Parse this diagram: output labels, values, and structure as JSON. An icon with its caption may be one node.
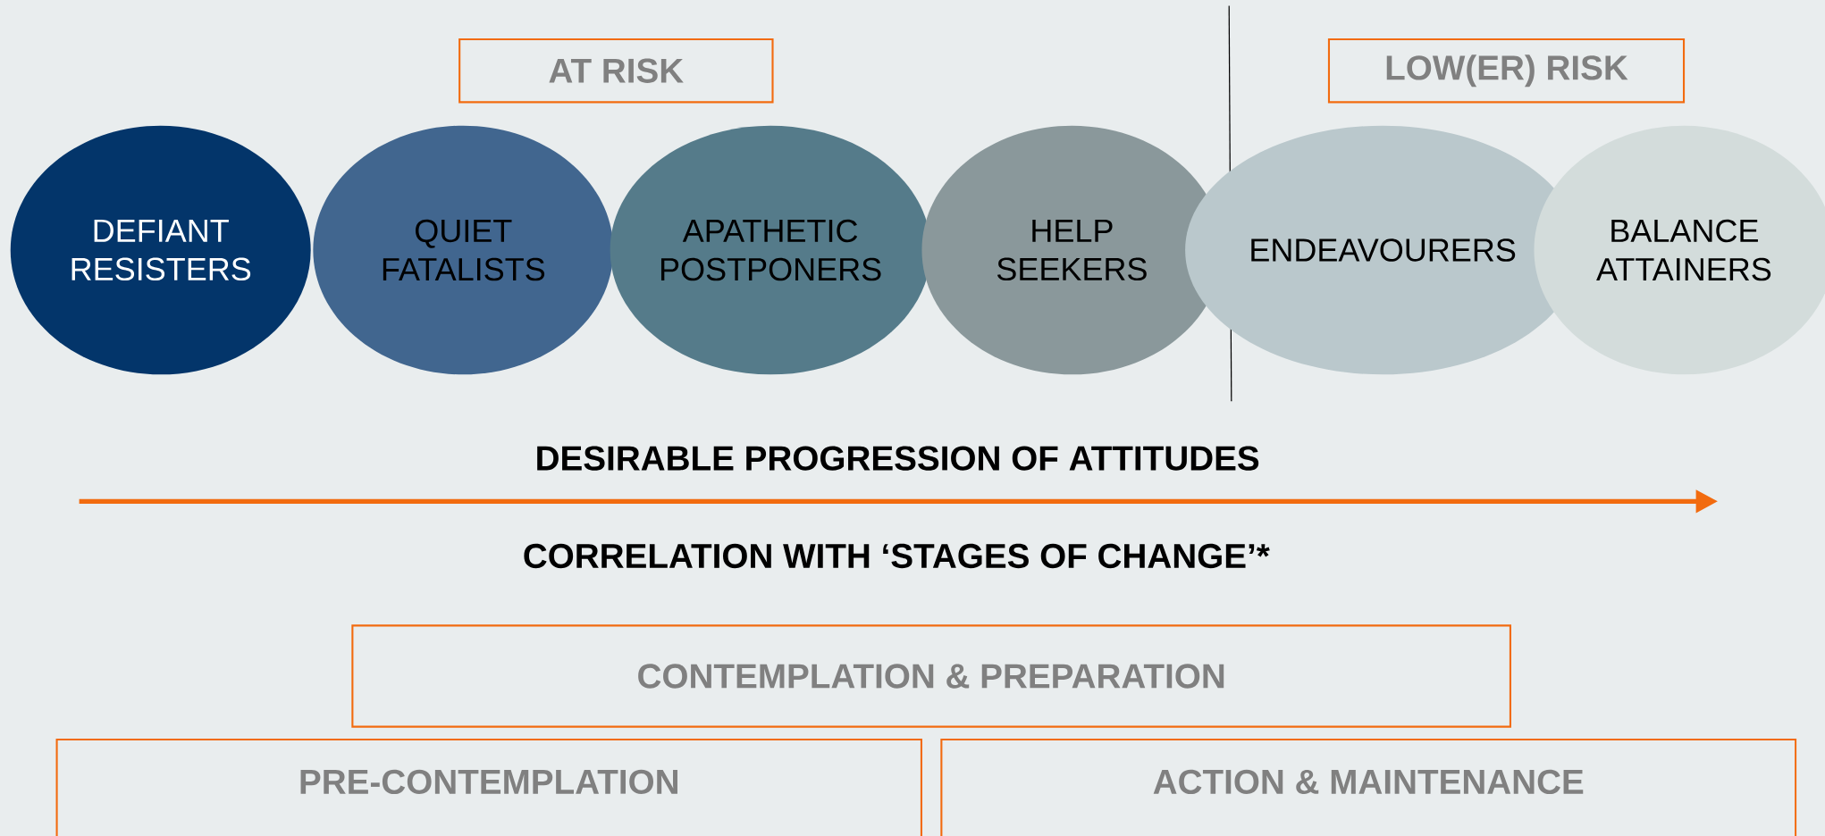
{
  "diagram": {
    "nodes": [
      {
        "text": [
          "AT RISK"
        ]
      },
      {
        "text": [
          "LOW(ER) RISK"
        ]
      },
      {
        "text": [
          "DEFIANT RESISTERS"
        ]
      },
      {
        "text": [
          "QUIET FATALISTS"
        ]
      },
      {
        "text": [
          "APATHETIC POSTPONERS"
        ]
      },
      {
        "text": [
          "HELP SEEKERS"
        ]
      },
      {
        "text": [
          "ENDEAVOURERS"
        ]
      },
      {
        "text": [
          "BALANCE ATTAINERS"
        ]
      },
      {
        "text": [
          "CONTEMPLATION & PREPARATION"
        ]
      },
      {
        "text": [
          "PRE-CONTEMPLATION"
        ]
      },
      {
        "text": [
          "ACTION & MAINTENANCE"
        ]
      }
    ],
    "labels": [
      "DESIRABLE PROGRESSION OF ATTITUDES",
      "CORRELATION WITH ‘STAGES OF CHANGE’*"
    ]
  }
}
